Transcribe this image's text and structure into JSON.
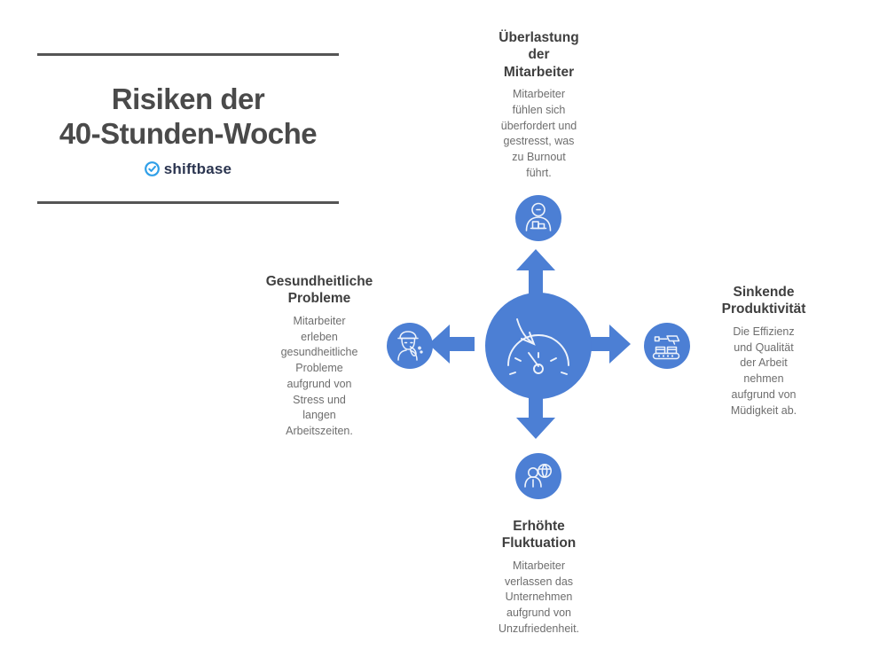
{
  "theme": {
    "accent_blue": "#4c7fd4",
    "rule_gray": "#555555",
    "title_gray": "#4a4a4a",
    "body_gray": "#6e6e6e",
    "logo_navy": "#2b3550",
    "background": "#ffffff"
  },
  "title_block": {
    "title": "Risiken der\n40-Stunden-Woche",
    "brand_name": "shiftbase",
    "brand_icon": "check-circle-icon"
  },
  "center": {
    "icon": "speedometer-declining-icon",
    "label": ""
  },
  "arrows": [
    {
      "name": "arrow-up",
      "direction": "up"
    },
    {
      "name": "arrow-right",
      "direction": "right"
    },
    {
      "name": "arrow-down",
      "direction": "down"
    },
    {
      "name": "arrow-left",
      "direction": "left"
    }
  ],
  "nodes": [
    {
      "id": "ueberlastung",
      "position": "top",
      "icon": "overloaded-worker-icon",
      "title": "Überlastung\nder\nMitarbeiter",
      "body": "Mitarbeiter\nfühlen sich\nüberfordert und\ngestresst, was\nzu Burnout\nführt."
    },
    {
      "id": "produktivitaet",
      "position": "right",
      "icon": "conveyor-belt-icon",
      "title": "Sinkende\nProduktivität",
      "body": "Die Effizienz\nund Qualität\nder Arbeit\nnehmen\naufgrund von\nMüdigkeit ab."
    },
    {
      "id": "fluktuation",
      "position": "bottom",
      "icon": "employee-turnover-icon",
      "title": "Erhöhte\nFluktuation",
      "body": "Mitarbeiter\nverlassen das\nUnternehmen\naufgrund von\nUnzufriedenheit."
    },
    {
      "id": "gesundheit",
      "position": "left",
      "icon": "sick-worker-icon",
      "title": "Gesundheitliche\nProbleme",
      "body": "Mitarbeiter\nerleben\ngesundheitliche\nProbleme\naufgrund von\nStress und\nlangen\nArbeitszeiten."
    }
  ]
}
